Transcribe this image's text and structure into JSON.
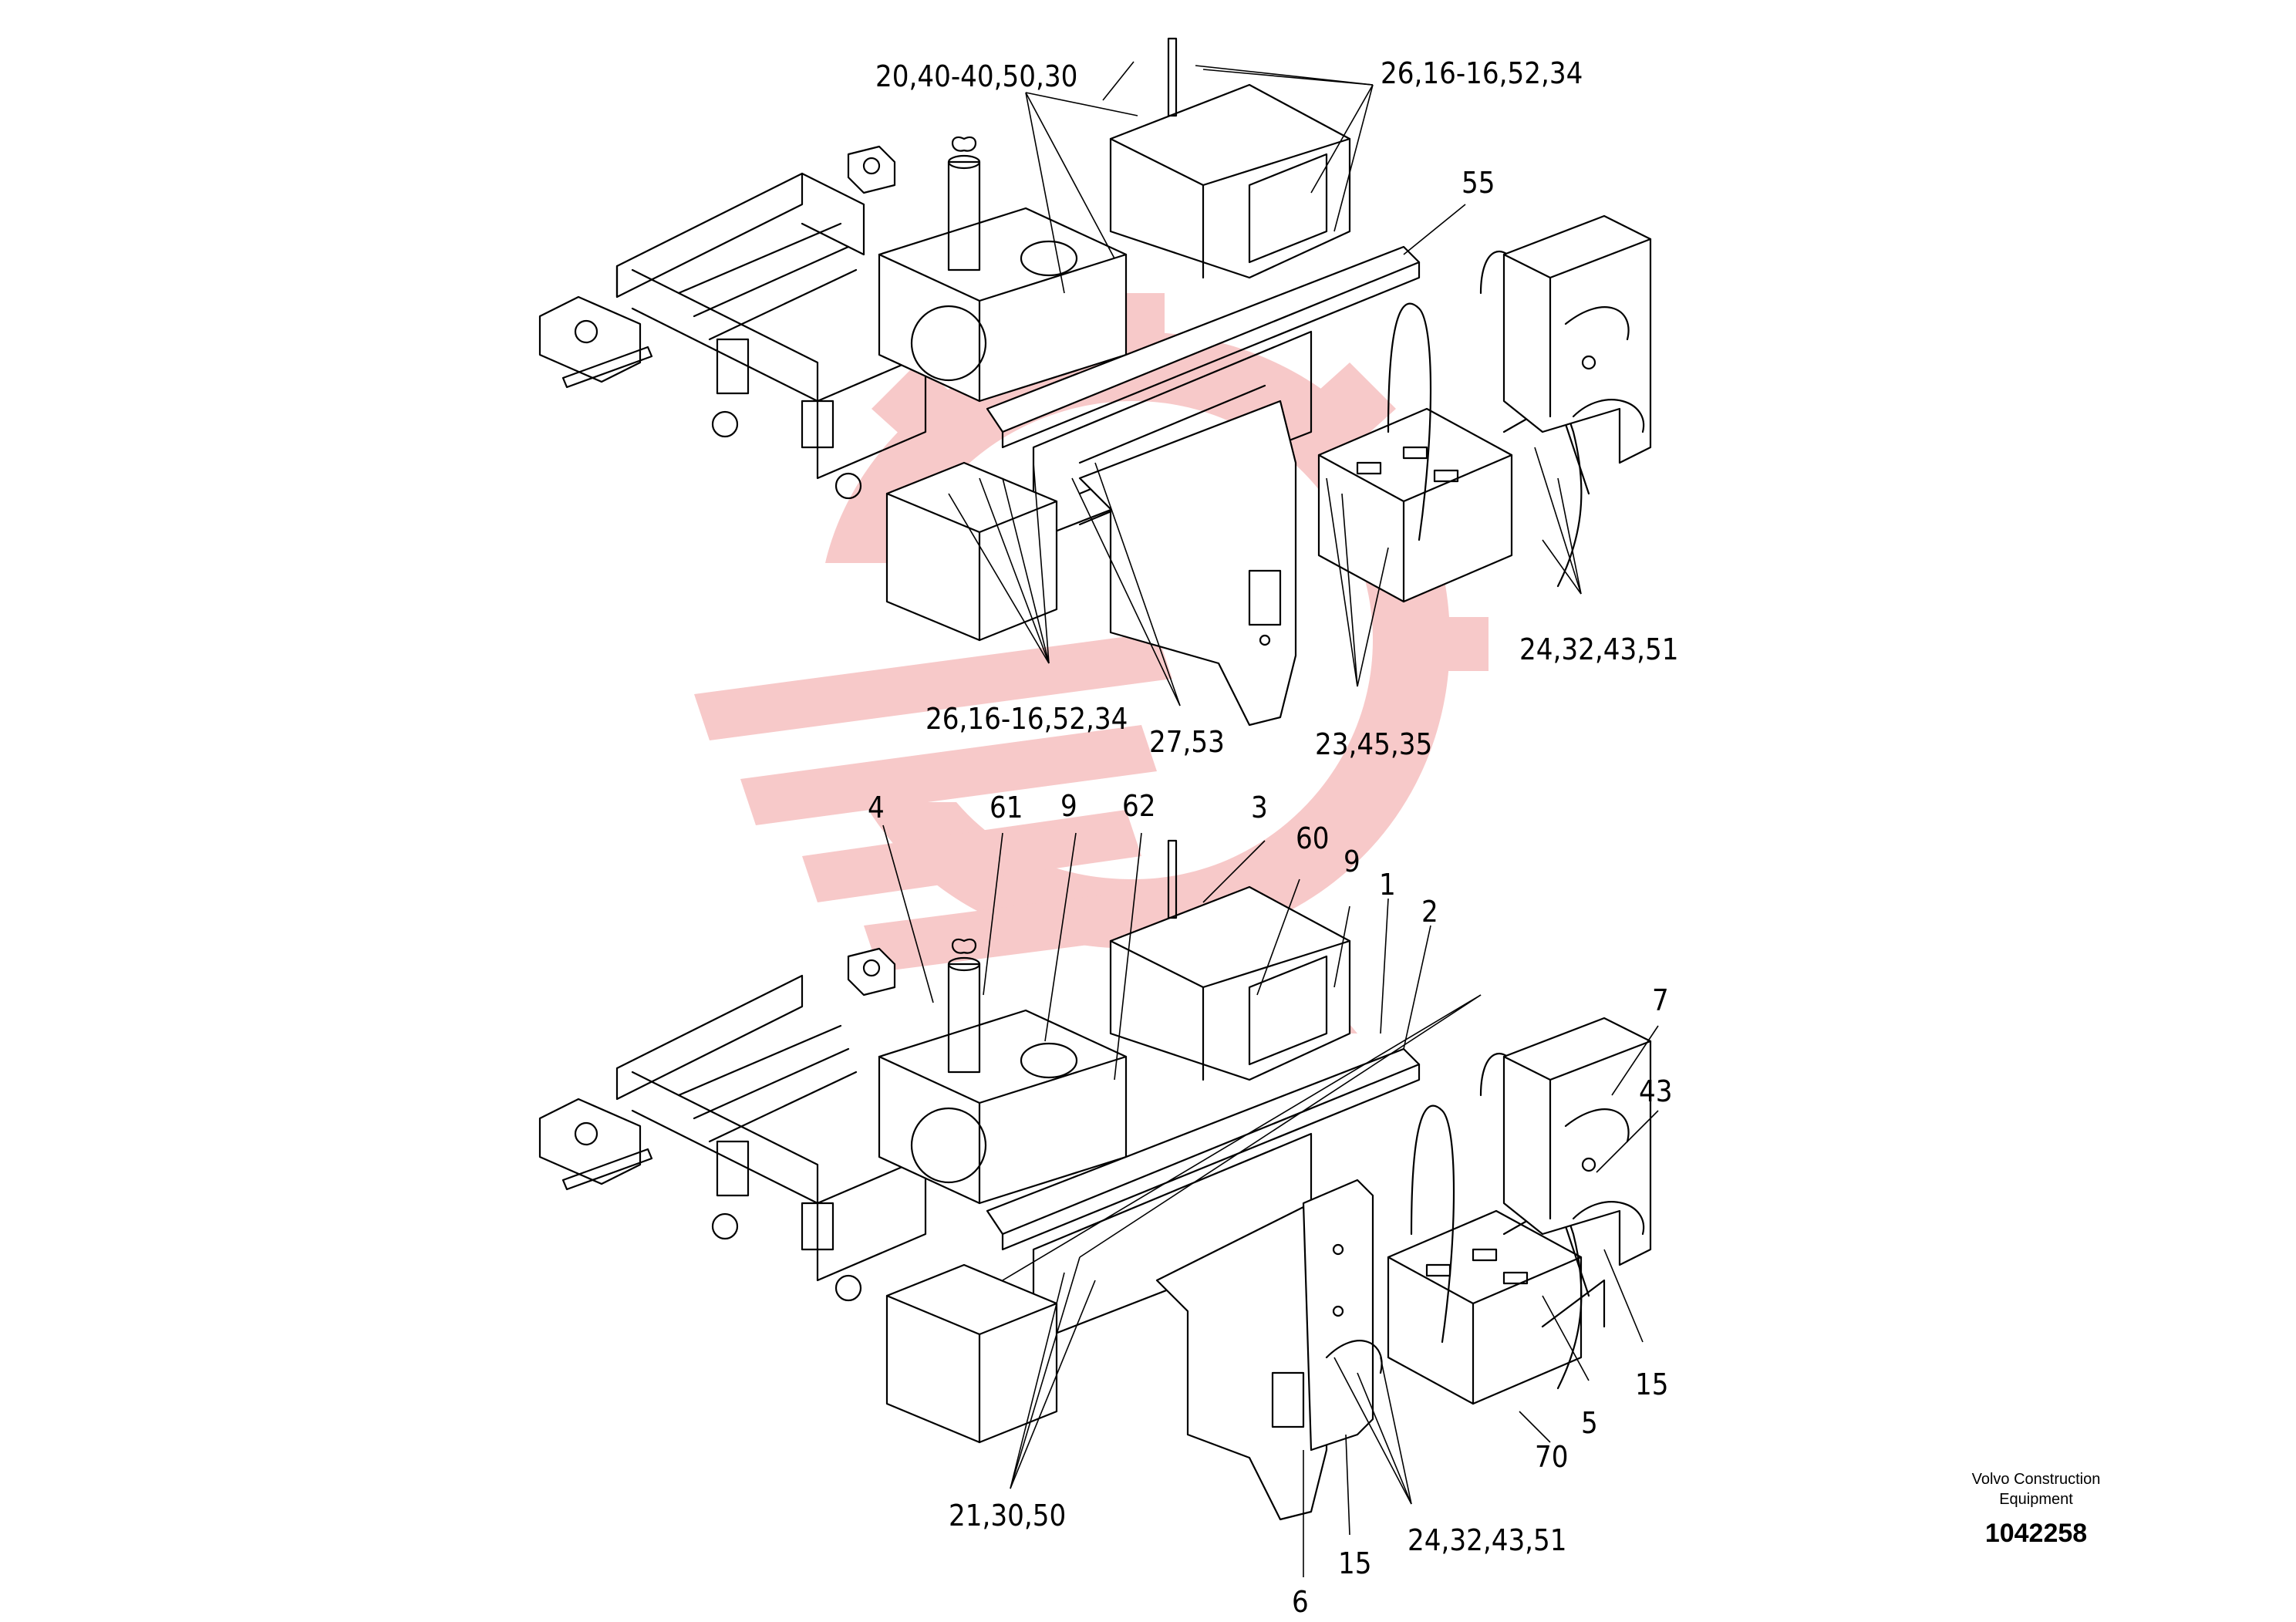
{
  "upper_callouts": [
    {
      "id": "u1",
      "text": "20,40-40,50,30"
    },
    {
      "id": "u2",
      "text": "26,16-16,52,34"
    },
    {
      "id": "u3",
      "text": "55"
    },
    {
      "id": "u4",
      "text": "24,32,43,51"
    },
    {
      "id": "u5",
      "text": "26,16-16,52,34"
    },
    {
      "id": "u6",
      "text": "27,53"
    },
    {
      "id": "u7",
      "text": "23,45,35"
    }
  ],
  "lower_callouts": [
    {
      "id": "l1",
      "text": "4"
    },
    {
      "id": "l2",
      "text": "61"
    },
    {
      "id": "l3",
      "text": "9"
    },
    {
      "id": "l4",
      "text": "62"
    },
    {
      "id": "l5",
      "text": "3"
    },
    {
      "id": "l6",
      "text": "60"
    },
    {
      "id": "l7",
      "text": "9"
    },
    {
      "id": "l8",
      "text": "1"
    },
    {
      "id": "l9",
      "text": "2"
    },
    {
      "id": "l10",
      "text": "7"
    },
    {
      "id": "l11",
      "text": "43"
    },
    {
      "id": "l12",
      "text": "15"
    },
    {
      "id": "l13",
      "text": "5"
    },
    {
      "id": "l14",
      "text": "70"
    },
    {
      "id": "l15",
      "text": "24,32,43,51"
    },
    {
      "id": "l16",
      "text": "15"
    },
    {
      "id": "l17",
      "text": "6"
    },
    {
      "id": "l18",
      "text": "21,30,50"
    }
  ],
  "credit": {
    "company_line1": "Volvo Construction",
    "company_line2": "Equipment",
    "drawing_number": "1042258"
  },
  "colors": {
    "line": "#000000",
    "watermark": "#f7c9c9",
    "background": "#ffffff"
  }
}
